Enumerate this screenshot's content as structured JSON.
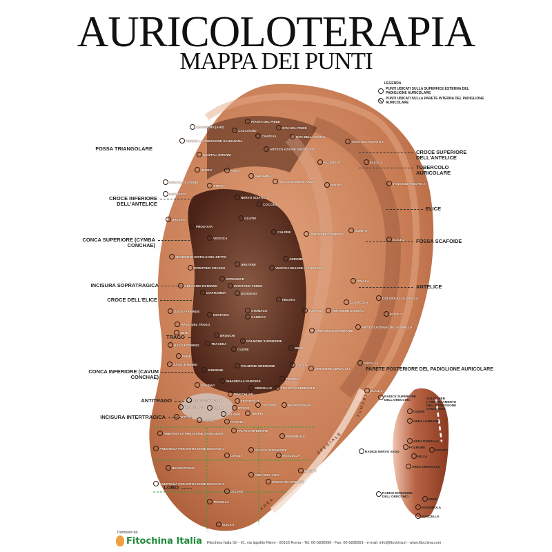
{
  "title": "AURICOLOTERAPIA",
  "subtitle": "MAPPA DEI PUNTI",
  "legend": {
    "heading": "LEGENDA",
    "outer": "PUNTI UBICATI SULLA SUPERFICE ESTERNA DEL PADIGLIONE AURICOLARE",
    "inner": "PUNTI UBICATI SULLA PARETE INTERNA DEL PADIGLIONE AURICOLARE"
  },
  "colors": {
    "skin": "#c9805a",
    "concha": "#5a2d1c",
    "grid": "#3c9a3c",
    "brand": "#1f8a3a"
  },
  "left_labels": [
    "FOSSA TRIANGOLARE",
    "CROCE INFERIORE DELL'ANTELICE",
    "CONCA SUPERIORE (CYMBA CONCHAE)",
    "INCISURA SOPRATRAGICA",
    "CROCE DELL'ELICE",
    "TRAGO",
    "CONCA INFERIORE (CAVUM CONCHAE)",
    "ANTITRAGO",
    "INCISURA INTERTRAGICA",
    "LOBO"
  ],
  "right_labels": [
    "CROCE SUPERIORE DELL'ANTELICE",
    "TUBERCOLO AURICOLARE",
    "ELICE",
    "FOSSA SCAFOIDE",
    "ANTELICE"
  ],
  "area_labels": {
    "tumori": "TUMORI",
    "speciale": "SPECIALE",
    "area": "AREA"
  },
  "points": [
    "EMORROIDI (ANO)",
    "RIDUCE LA PRESSIONE SANGUIGNA",
    "CALCAGNO",
    "PIANTA DEL PIEDE",
    "DITA DEL PIEDE",
    "CAVIGLIA",
    "DITA DELLA MANO",
    "ARTICOLAZIONE GINOCCHIO",
    "YANG DEL FEGATO 1",
    "GENITALI INTERNI",
    "UTERO",
    "ASMA",
    "SHENMEN",
    "STIPSI",
    "ARTICOLAZIONE ANCA",
    "ALLERGIA",
    "POLSO",
    "NERVO SCIATICO",
    "COCCIGE",
    "GLUTEI",
    "GOMITO",
    "CALORE",
    "VERTEBRE LOMBARI",
    "GENITALI ESTERNI",
    "SIMPATICO",
    "URETRA",
    "PROSTATA",
    "VESCICA",
    "SEGMENTO DISTALE DEL RETTO",
    "INTESTINO CRASSO",
    "URETERE",
    "VESCICA BILIARE / PANCREAS",
    "ADDOME",
    "APPENDICE",
    "INTESTINO TENUE",
    "ORECCHIO ESTERNO",
    "DIAFRAMMA",
    "DUODENO",
    "FEGATO",
    "SPALLA",
    "CLAVICOLA",
    "ESOFAGO",
    "STOMACO",
    "CARDIAS",
    "TORACE",
    "VERTEBRE DORSALI",
    "GHIANDOLE MAMMARIE",
    "GOLA / FARINGE",
    "APICE DEL TRAGO",
    "SETE",
    "NASO ESTERNO",
    "FAME",
    "NASO INTERNO",
    "SURRENE",
    "BRONCHI",
    "POLMONE SUPERIORE",
    "TRACHEA",
    "CUORE",
    "POLMONE INFERIORE",
    "MILZA",
    "ARTICOLAZIONE DELLA SPALLA",
    "DOLORE ALLA SPALLA",
    "ELICE 3",
    "COLLO",
    "VERTEBRE CERVICALI",
    "ASCELLA",
    "TIROIDE",
    "ELICE 4",
    "SANJIAO",
    "GHIANDOLA PARIOIDE",
    "CERVELLO",
    "TRONCO CEREBRALE",
    "PINGCHUAN",
    "SOTTOCORTICALE",
    "TESTICOLO",
    "ENDOCRINO",
    "OVAIO",
    "IPOFISI",
    "OCCIPITE",
    "NEURASTENIA",
    "TALAMO",
    "TEMPIA",
    "VISTA 1",
    "VISTA 2",
    "FRONTE",
    "ABBASSA LA PRESSIONE SANGUIGNA",
    "PALATO INFERIORE",
    "MANDIBOLA",
    "ANESTESIA PER ESTRAZIONE DENTALE 1",
    "LINGUA",
    "PALATO SUPERIORE",
    "MASCELLA",
    "NEURASTENIA",
    "ELICE 5",
    "AREA DEL VISO",
    "ORECCHIO INTERNO",
    "OCCHIO",
    "ANESTESIA PER ESTRAZIONE DENTALE 2",
    "TONSILLA",
    "ELICE 6",
    "ELICE 1",
    "ELICE 2",
    "YANG DEL FEGATO 2"
  ],
  "posterior": {
    "title": "PARETE POSTERIORE DEL PADIGLIONE AURICOLARE",
    "points": [
      "RADICE SUPERIORE DELL'ORECCHIO",
      "CUORE",
      "SOLCO PER L'ABBASSAMENTO DELLA PRESSIONE SANGUIGNA",
      "AREA LOMBARE",
      "AREA DORSALE",
      "POLMONE",
      "RADICE NERVO VAGO",
      "MILZA",
      "FEGATO",
      "AREA CERVICALE",
      "RADICE INFERIORE DELL'ORECCHIO",
      "RENE",
      "MANDIBOLA",
      "MASCELLA"
    ]
  },
  "footer": {
    "distributed": "Distribuito da:",
    "brand": "Fitochina Italia",
    "address": "Fitochina Italia Srl - 61, via Ippolito Nievo - 00153 Roma - Tel. 06-5836990 - Fax: 06-5836991 - e-mail: info@fitochina.it - www.fitochina.com"
  }
}
